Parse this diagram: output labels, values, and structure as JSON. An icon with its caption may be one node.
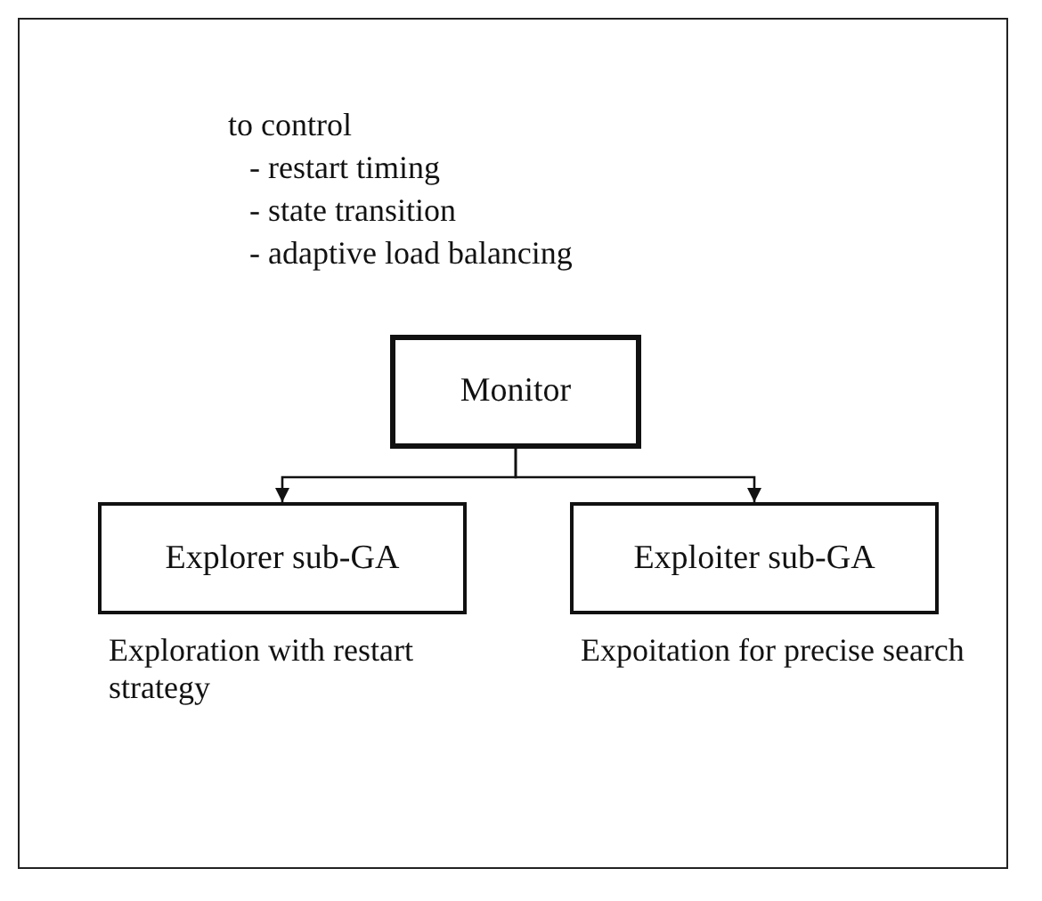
{
  "diagram": {
    "nodes": [
      {
        "text": [
          "Monitor"
        ]
      },
      {
        "text": [
          "Explorer sub-GA"
        ],
        "beside": [
          "Exploration with restart strategy"
        ]
      },
      {
        "text": [
          "Exploiter sub-GA"
        ],
        "beside": [
          "Expoitation for precise search"
        ]
      }
    ],
    "edges": [
      {
        "from": 0,
        "to": 1,
        "arrow": "to"
      },
      {
        "from": 0,
        "to": 2,
        "arrow": "to"
      }
    ],
    "labels": [
      "to control",
      "- restart timing",
      "- state transition",
      "- adaptive load balancing"
    ]
  }
}
